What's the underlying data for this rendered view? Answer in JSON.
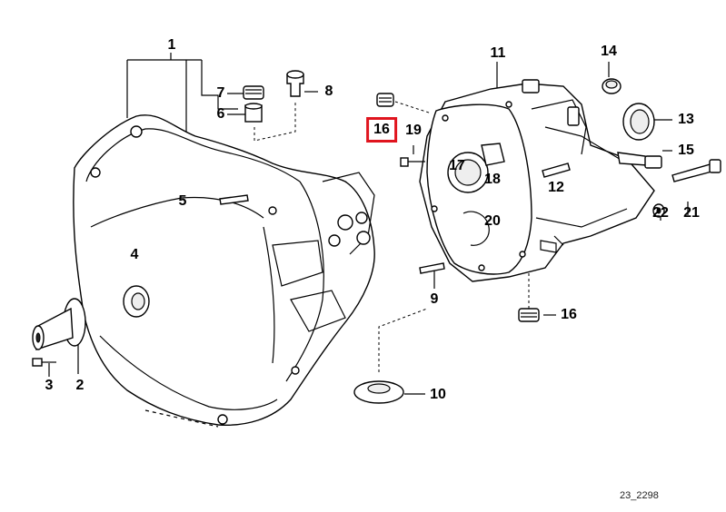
{
  "callouts": [
    {
      "id": "1",
      "label": "1"
    },
    {
      "id": "2",
      "label": "2"
    },
    {
      "id": "3",
      "label": "3"
    },
    {
      "id": "4",
      "label": "4"
    },
    {
      "id": "5",
      "label": "5"
    },
    {
      "id": "6",
      "label": "6"
    },
    {
      "id": "7",
      "label": "7"
    },
    {
      "id": "8",
      "label": "8"
    },
    {
      "id": "9",
      "label": "9"
    },
    {
      "id": "10",
      "label": "10"
    },
    {
      "id": "11",
      "label": "11"
    },
    {
      "id": "12",
      "label": "12"
    },
    {
      "id": "13",
      "label": "13"
    },
    {
      "id": "14",
      "label": "14"
    },
    {
      "id": "15",
      "label": "15"
    },
    {
      "id": "16a",
      "label": "16"
    },
    {
      "id": "16b",
      "label": "16"
    },
    {
      "id": "17",
      "label": "17"
    },
    {
      "id": "18",
      "label": "18"
    },
    {
      "id": "19",
      "label": "19"
    },
    {
      "id": "20",
      "label": "20"
    },
    {
      "id": "21",
      "label": "21"
    },
    {
      "id": "22",
      "label": "22"
    }
  ],
  "highlighted_callout": "16",
  "highlight_color": "#e0141e",
  "reference_code": "23_2298"
}
